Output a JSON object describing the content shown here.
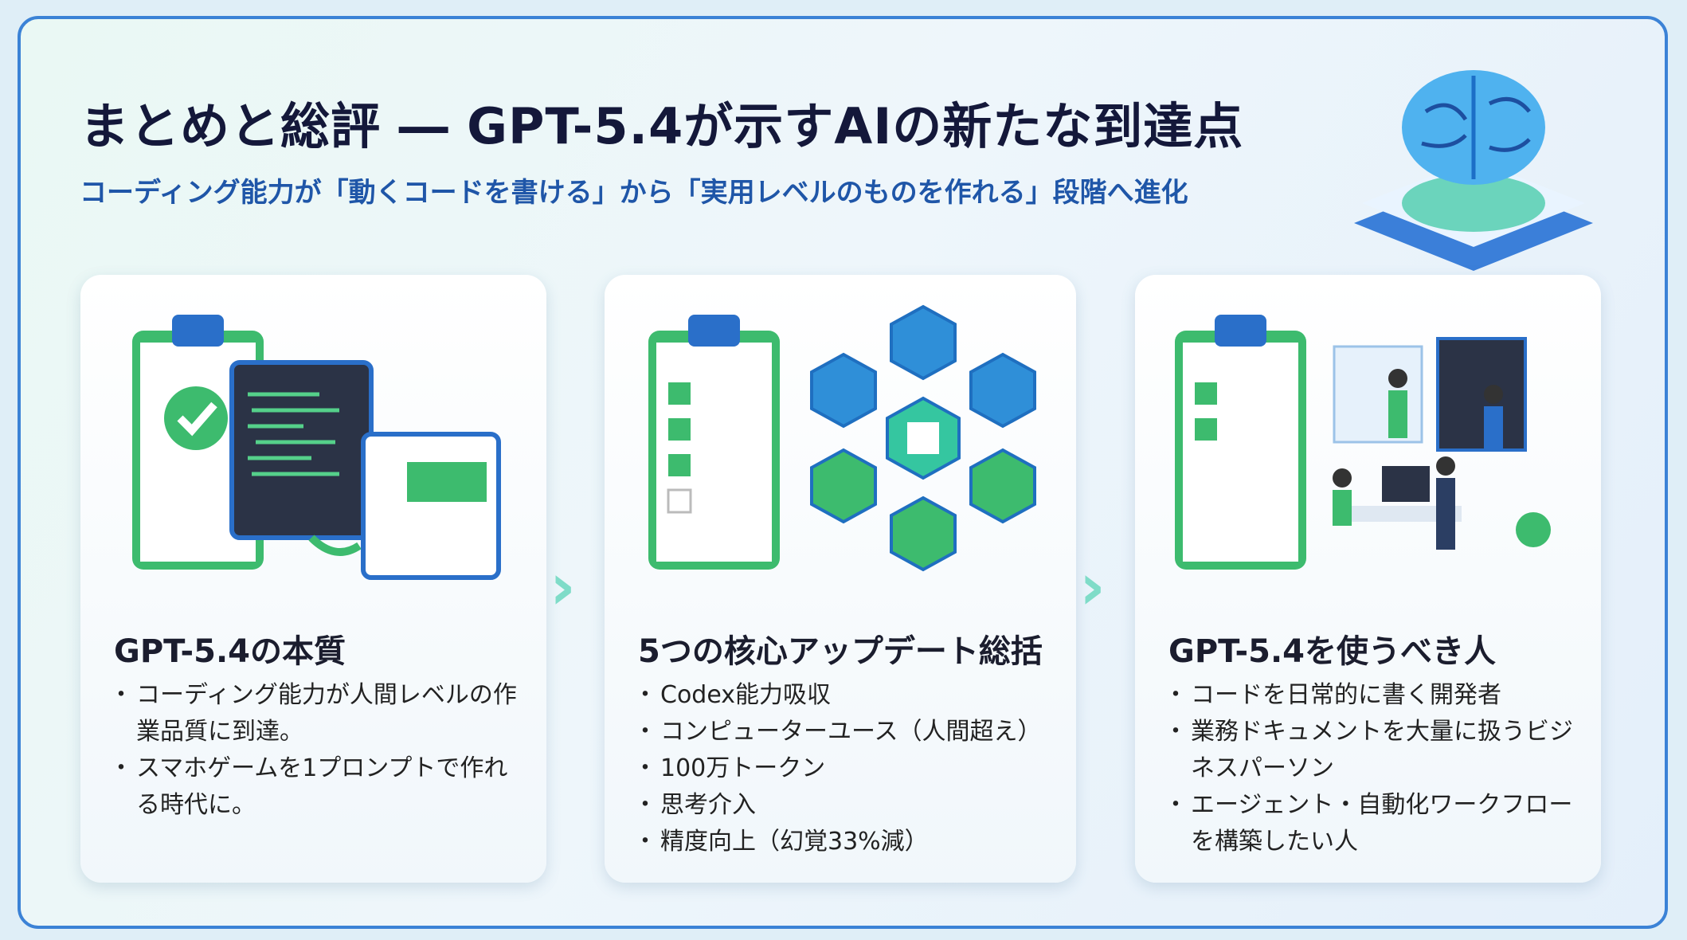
{
  "title": "まとめと総評 ― GPT-5.4が示すAIの新たな到達点",
  "subtitle": "コーディング能力が「動くコードを書ける」から「実用レベルのものを作れる」段階へ進化",
  "cards": [
    {
      "heading": "GPT-5.4の本質",
      "bullets": [
        "コーディング能力が人間レベルの作業品質に到達。",
        "スマホゲームを1プロンプトで作れる時代に。"
      ]
    },
    {
      "heading": "5つの核心アップデート総括",
      "bullets": [
        "Codex能力吸収",
        "コンピューターユース（人間超え）",
        "100万トークン",
        "思考介入",
        "精度向上（幻覚33%減）"
      ]
    },
    {
      "heading": "GPT-5.4を使うべき人",
      "bullets": [
        "コードを日常的に書く開発者",
        "業務ドキュメントを大量に扱うビジネスパーソン",
        "エージェント・自動化ワークフローを構築したい人"
      ]
    }
  ],
  "colors": {
    "accent": "#1f56a8",
    "green": "#3dbb6e",
    "frame": "#3b82d6",
    "title": "#14183a"
  }
}
